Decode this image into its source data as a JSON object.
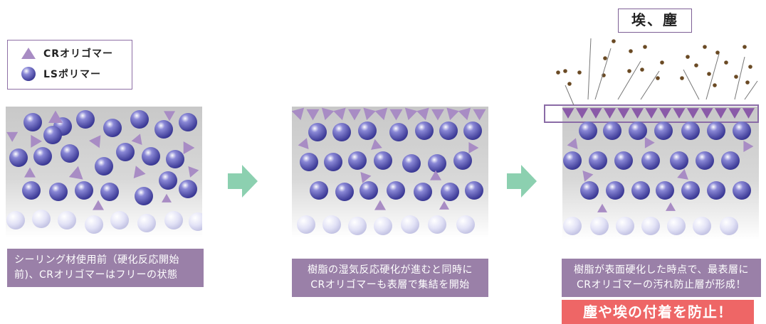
{
  "legend": {
    "oligomer_label": "CRオリゴマー",
    "polymer_label": "LSポリマー"
  },
  "captions": {
    "step1": [
      "シーリング材使用前（硬化反応開始",
      "前)、CRオリゴマーはフリーの状態"
    ],
    "step2": [
      "樹脂の湿気反応硬化が進むと同時に",
      "CRオリゴマーも表層で集結を開始"
    ],
    "step3": [
      "樹脂が表面硬化した時点で、最表層に",
      "CRオリゴマーの汚れ防止層が形成！"
    ]
  },
  "dust_label": "埃、塵",
  "result_text": "塵や埃の付着を防止！",
  "colors": {
    "sphere": "#5a58b0",
    "sphere_faded": "#d8d8f0",
    "triangle": "#a88cc4",
    "triangle_dark": "#8a5aa8",
    "arrow": "#8cd0b0",
    "caption_bg": "#9a80a8",
    "result_bg": "#ee6666",
    "frame": "#8e6fa6"
  }
}
